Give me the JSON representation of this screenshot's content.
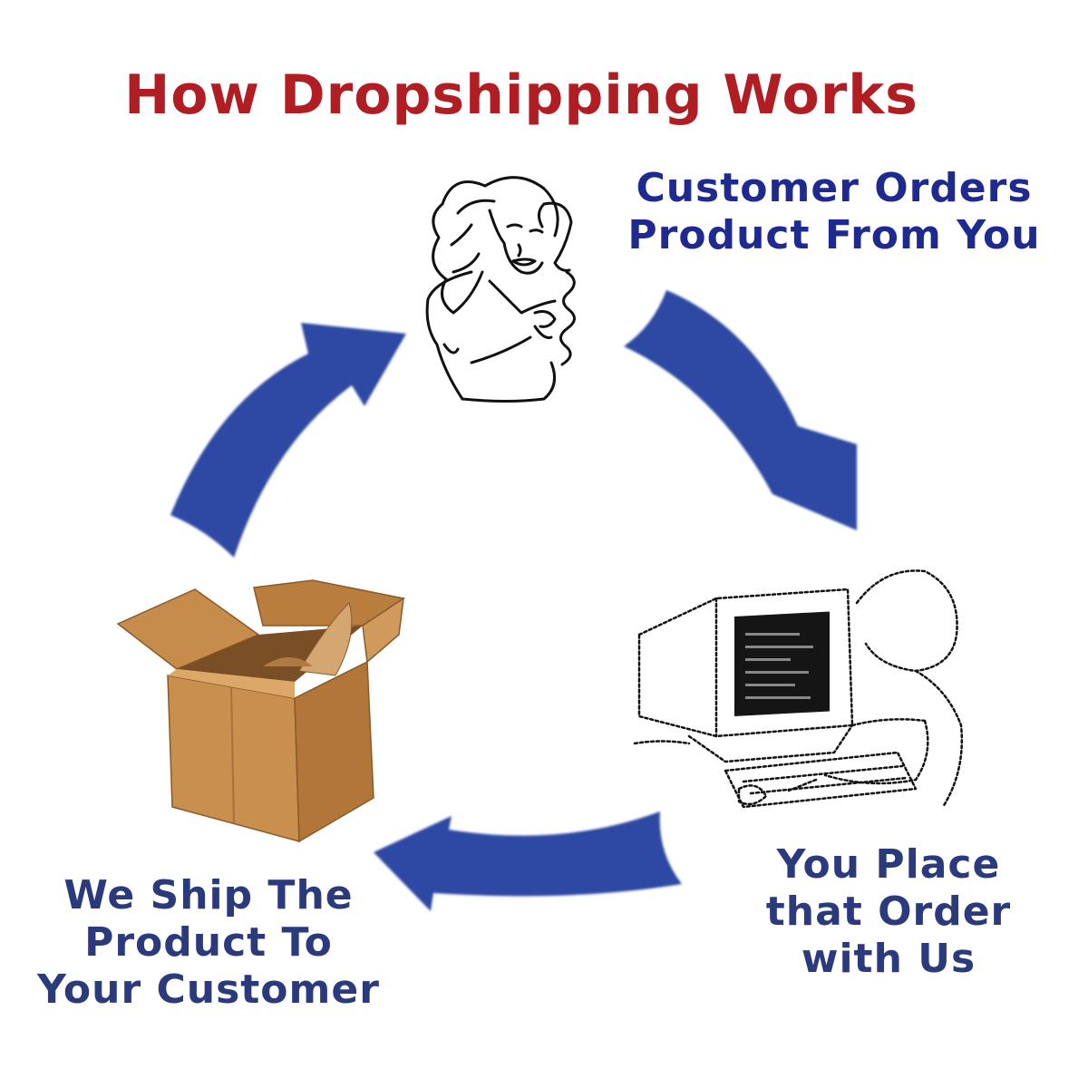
{
  "title": "How Dropshipping Works",
  "steps": [
    {
      "lines": [
        "Customer Orders",
        "Product From You"
      ],
      "icon": "woman-on-phone-icon"
    },
    {
      "lines": [
        "You Place",
        "that Order",
        "with Us"
      ],
      "icon": "person-at-computer-icon"
    },
    {
      "lines": [
        "We Ship The",
        "Product To",
        "Your Customer"
      ],
      "icon": "cardboard-box-icon"
    }
  ],
  "colors": {
    "title": "#b01e24",
    "step_text": "#1f2a90",
    "arrow": "#2f4aa4",
    "box": "#c58a48"
  }
}
